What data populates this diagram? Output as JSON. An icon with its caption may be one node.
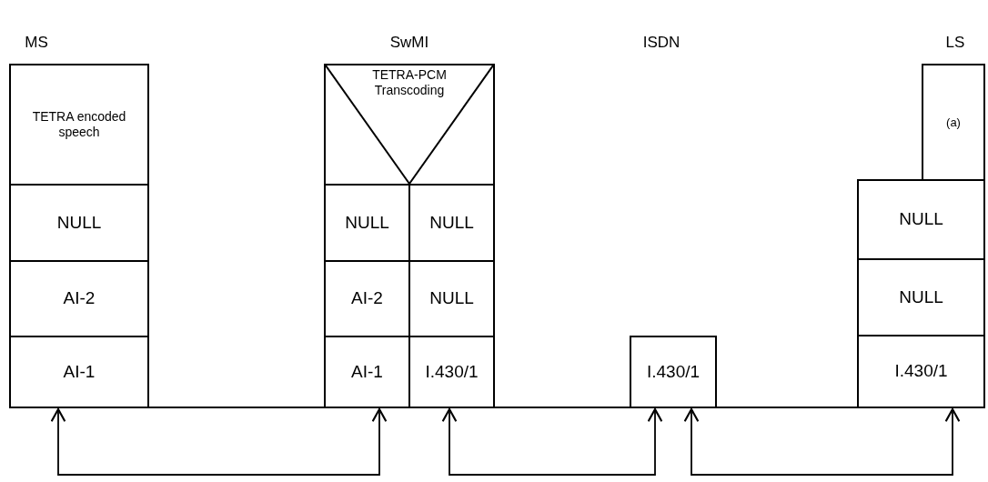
{
  "diagram": {
    "nodes": [
      {
        "text": [
          "TETRA encoded speech"
        ]
      },
      {
        "text": [
          "NULL"
        ]
      },
      {
        "text": [
          "AI-2"
        ]
      },
      {
        "text": [
          "AI-1"
        ]
      },
      {
        "text": [
          "TETRA-PCM Transcoding"
        ]
      },
      {
        "text": [
          "NULL"
        ]
      },
      {
        "text": [
          "NULL"
        ]
      },
      {
        "text": [
          "AI-2"
        ]
      },
      {
        "text": [
          "NULL"
        ]
      },
      {
        "text": [
          "AI-1"
        ]
      },
      {
        "text": [
          "I.430/1"
        ]
      },
      {
        "text": [
          "I.430/1"
        ]
      },
      {
        "text": [
          "(a)"
        ]
      },
      {
        "text": [
          "NULL"
        ]
      },
      {
        "text": [
          "NULL"
        ]
      },
      {
        "text": [
          "I.430/1"
        ]
      }
    ],
    "edges": [
      {
        "from": 3,
        "to": 9,
        "arrow": "both"
      },
      {
        "from": 10,
        "to": 11,
        "arrow": "both"
      },
      {
        "from": 11,
        "to": 15,
        "arrow": "both"
      }
    ],
    "labels": [
      "MS",
      "SwMI",
      "ISDN",
      "LS"
    ]
  }
}
